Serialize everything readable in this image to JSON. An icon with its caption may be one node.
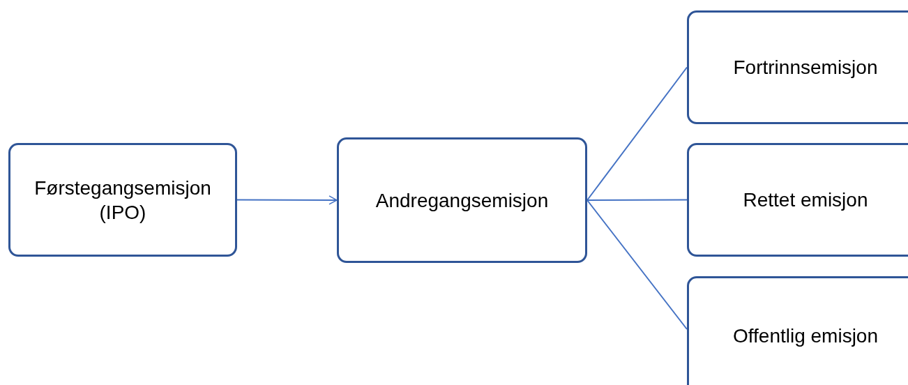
{
  "diagram": {
    "nodes": [
      {
        "text": [
          "Førstegangsemisjon (IPO)"
        ]
      },
      {
        "text": [
          "Andregangsemisjon"
        ]
      },
      {
        "text": [
          "Fortrinnsemisjon"
        ]
      },
      {
        "text": [
          "Rettet emisjon"
        ]
      },
      {
        "text": [
          "Offentlig emisjon"
        ]
      }
    ],
    "edges": [
      {
        "from": 0,
        "to": 1,
        "arrow": "to"
      },
      {
        "from": 1,
        "to": 2,
        "arrow": "none"
      },
      {
        "from": 1,
        "to": 3,
        "arrow": "none"
      },
      {
        "from": 1,
        "to": 4,
        "arrow": "none"
      }
    ]
  }
}
